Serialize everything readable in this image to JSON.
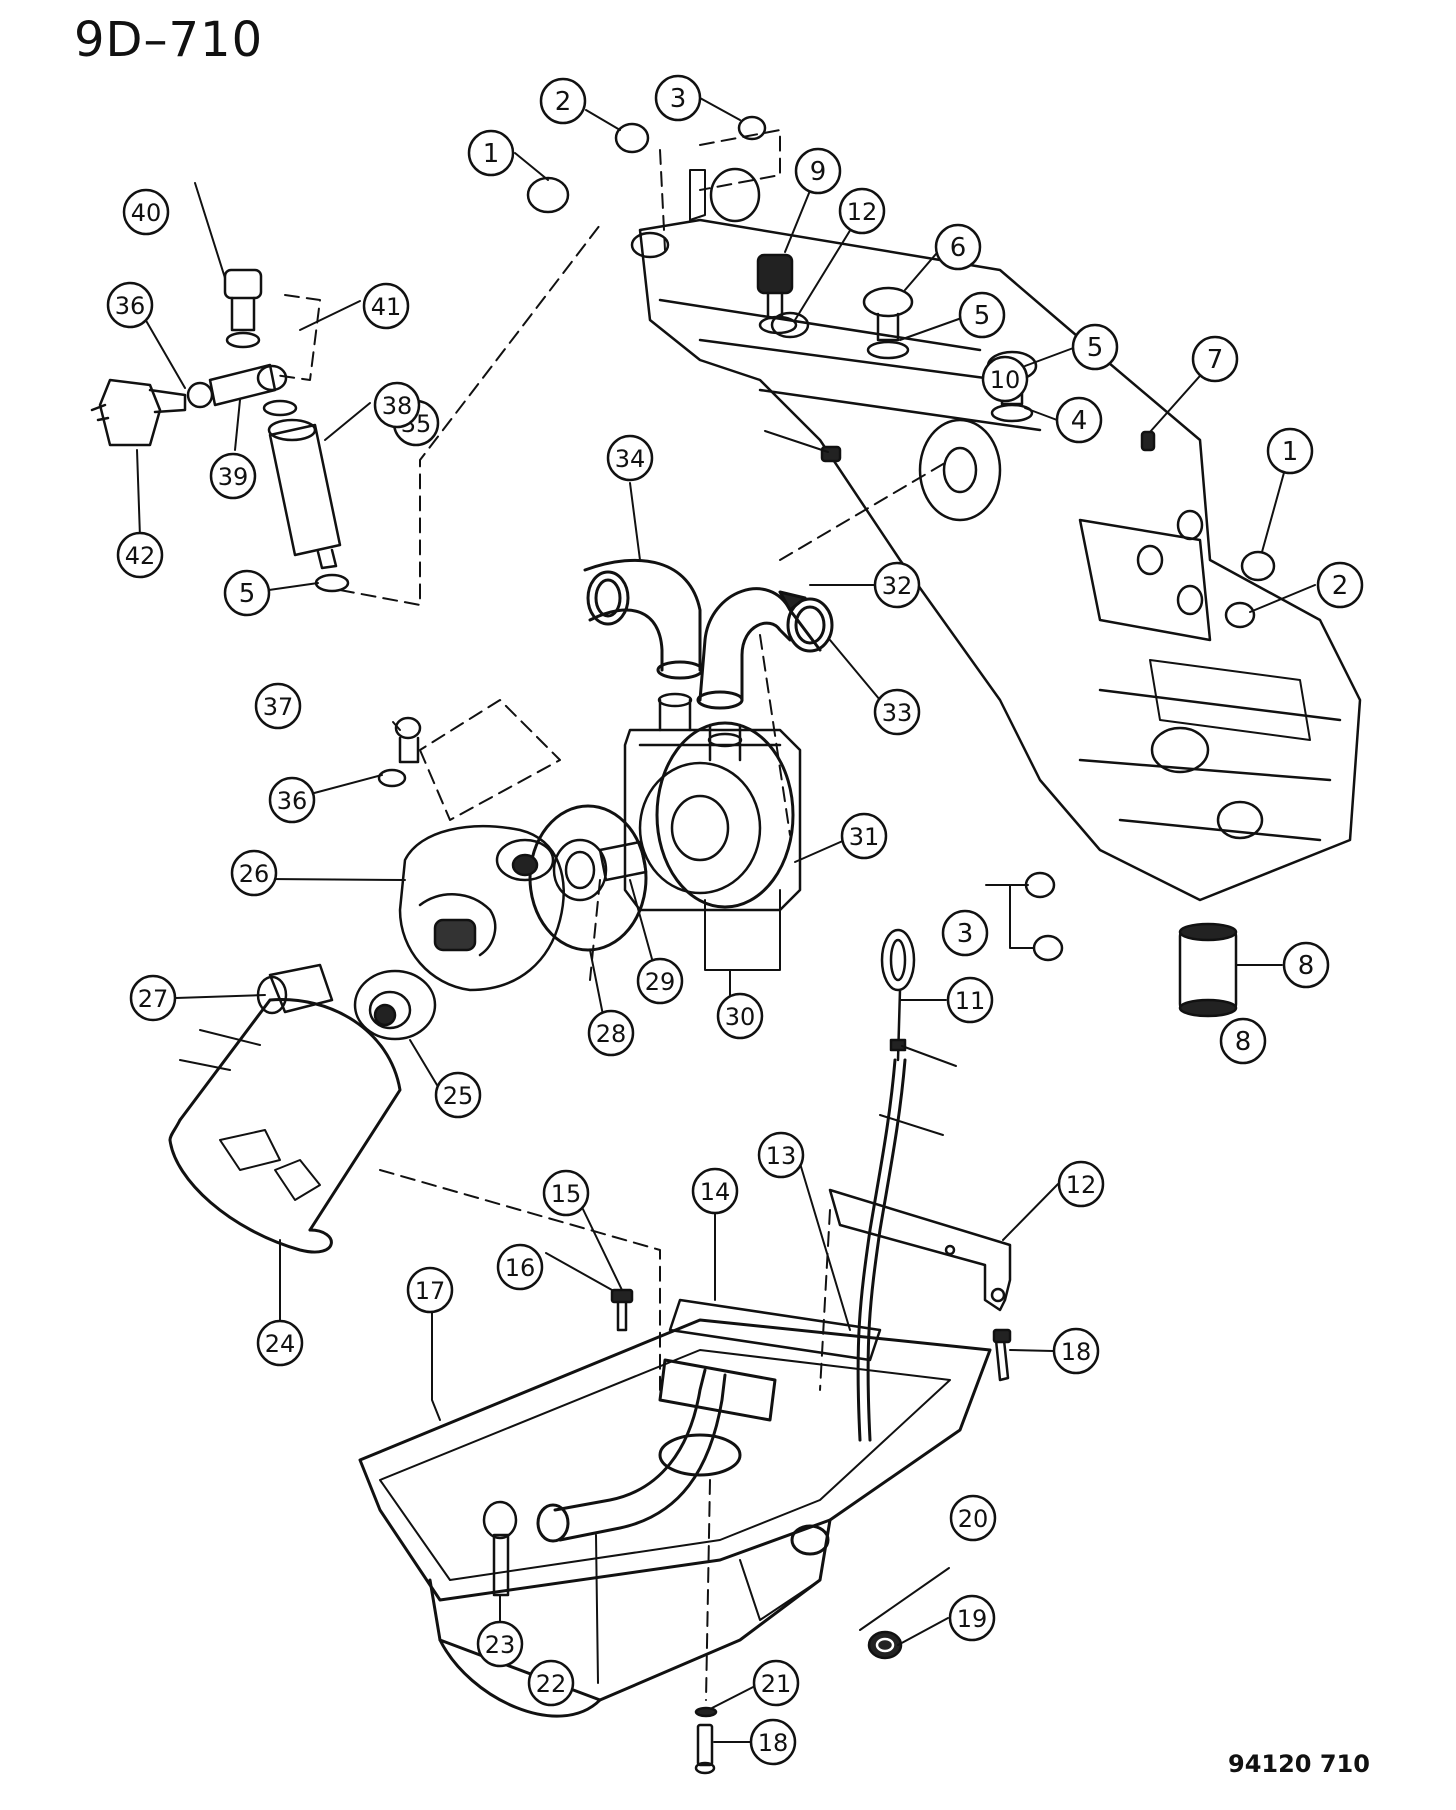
{
  "page_code": "9D–710",
  "ref_code": "94120 710",
  "callouts": [
    "1",
    "2",
    "3",
    "4",
    "5",
    "6",
    "7",
    "8",
    "9",
    "10",
    "11",
    "12",
    "13",
    "14",
    "15",
    "16",
    "17",
    "18",
    "19",
    "20",
    "21",
    "22",
    "23",
    "24",
    "25",
    "26",
    "27",
    "28",
    "29",
    "30",
    "31",
    "32",
    "33",
    "34",
    "35",
    "36",
    "37",
    "38",
    "39",
    "40",
    "41",
    "42"
  ]
}
